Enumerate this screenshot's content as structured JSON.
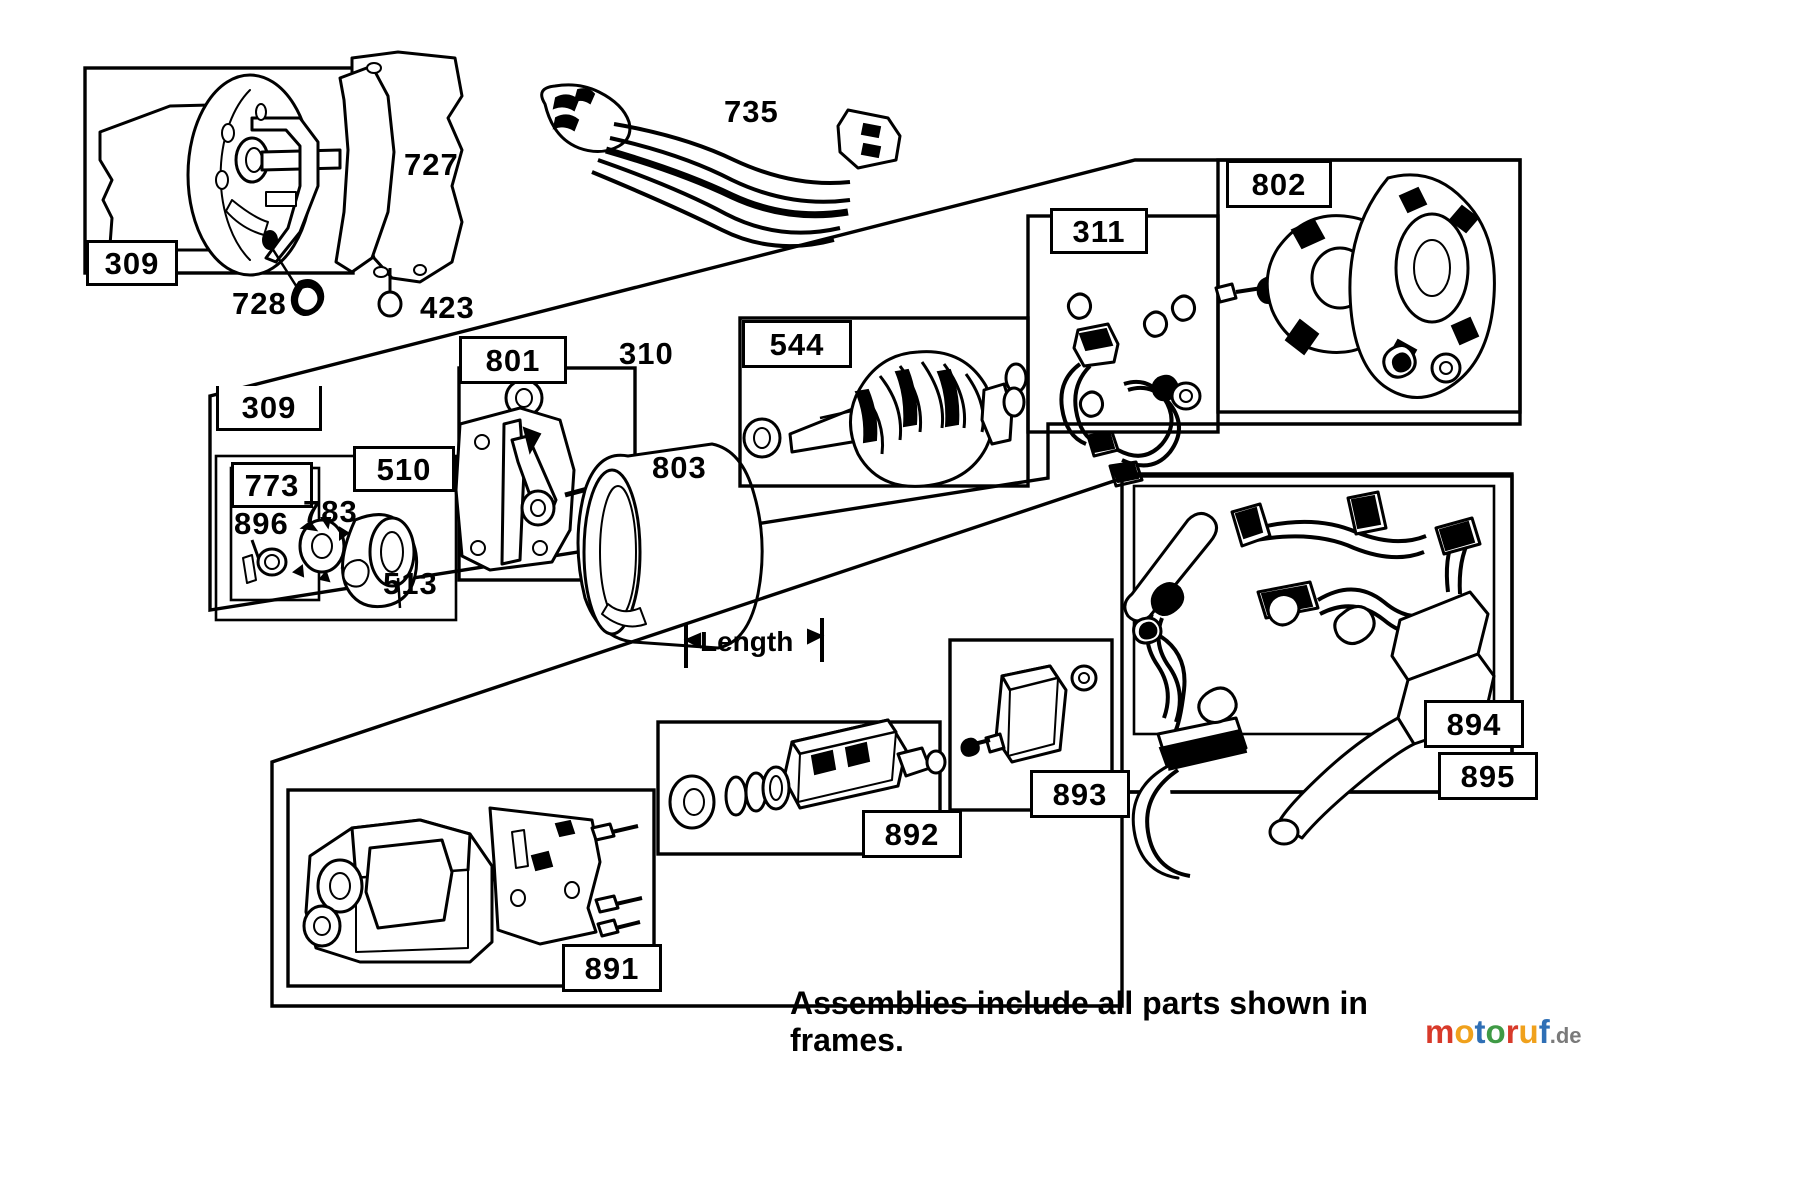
{
  "diagram": {
    "title": "Electric Starter Motor Assembly Exploded Parts Diagram",
    "footer_note": "Assemblies include all parts shown in frames.",
    "length_label": "Length",
    "watermark": {
      "m": "m",
      "o1": "o",
      "t": "t",
      "o2": "o",
      "r": "r",
      "u": "u",
      "f": "f",
      "de": ".de"
    }
  },
  "callouts": [
    {
      "id": "c309a",
      "ref": "309",
      "desc": "starter-mounting-bracket-frame"
    },
    {
      "id": "c727",
      "ref": "727",
      "desc": "blower-housing-cover"
    },
    {
      "id": "c728",
      "ref": "728",
      "desc": "clip-retainer"
    },
    {
      "id": "c423",
      "ref": "423",
      "desc": "pin-fastener"
    },
    {
      "id": "c735",
      "ref": "735",
      "desc": "wiring-harness-cable"
    },
    {
      "id": "c309b",
      "ref": "309",
      "desc": "starter-motor-assembly-frame"
    },
    {
      "id": "c773",
      "ref": "773",
      "desc": "drive-kit-frame"
    },
    {
      "id": "c896",
      "ref": "896",
      "desc": "spring-washer"
    },
    {
      "id": "c783",
      "ref": "783",
      "desc": "pinion-gear"
    },
    {
      "id": "c513",
      "ref": "513",
      "desc": "drive-clutch"
    },
    {
      "id": "c510",
      "ref": "510",
      "desc": "drive-assembly-frame"
    },
    {
      "id": "c801",
      "ref": "801",
      "desc": "end-cap-drive-housing"
    },
    {
      "id": "c310",
      "ref": "310",
      "desc": "through-bolt"
    },
    {
      "id": "c803",
      "ref": "803",
      "desc": "motor-housing-shell"
    },
    {
      "id": "c544",
      "ref": "544",
      "desc": "armature-frame"
    },
    {
      "id": "c311",
      "ref": "311",
      "desc": "brush-set-frame"
    },
    {
      "id": "c802",
      "ref": "802",
      "desc": "commutator-end-cap-frame"
    },
    {
      "id": "c891",
      "ref": "891",
      "desc": "starter-motor-sub-assembly-frame"
    },
    {
      "id": "c892",
      "ref": "892",
      "desc": "solenoid-switch-frame"
    },
    {
      "id": "c893",
      "ref": "893",
      "desc": "relay-frame"
    },
    {
      "id": "c894",
      "ref": "894",
      "desc": "wire-harness-frame"
    },
    {
      "id": "c895",
      "ref": "895",
      "desc": "wire-harness-outer-frame"
    }
  ]
}
